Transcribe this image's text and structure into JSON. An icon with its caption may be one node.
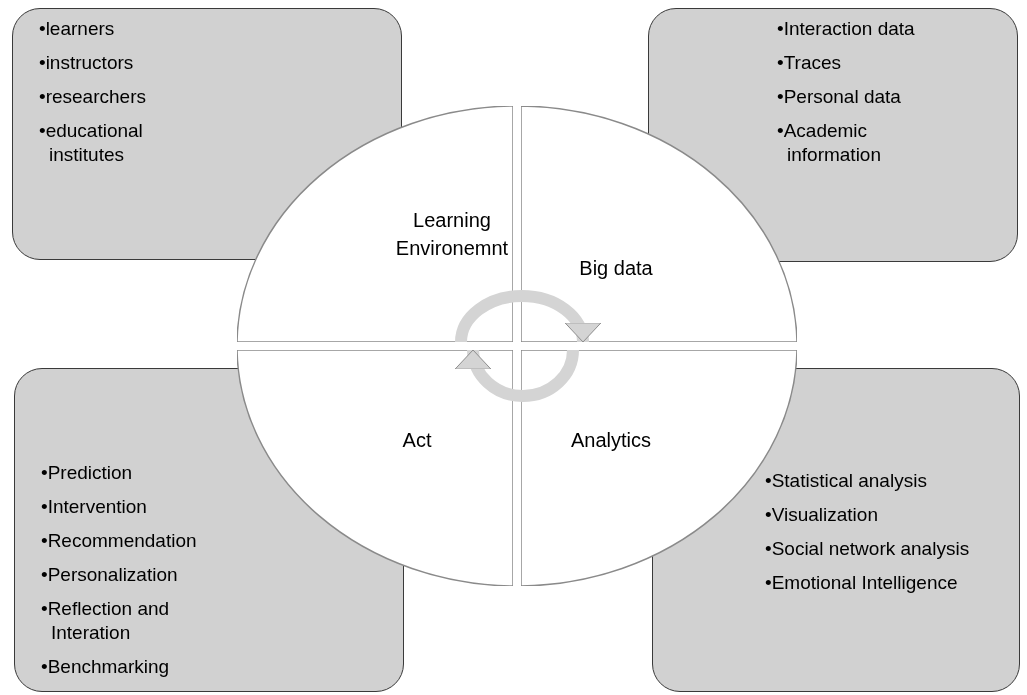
{
  "diagram": {
    "nodes": [
      {
        "text": [
          "•learners",
          "•instructors",
          "•researchers",
          "•educational institutes"
        ]
      },
      {
        "text": [
          "•Interaction data",
          "•Traces",
          "•Personal data",
          "•Academic information"
        ]
      },
      {
        "text": [
          "•Prediction",
          "•Intervention",
          "•Recommendation",
          "•Personalization",
          "•Reflection and Interation",
          "•Benchmarking"
        ]
      },
      {
        "text": [
          "•Statistical analysis",
          "•Visualization",
          "•Social network analysis",
          "•Emotional Intelligence"
        ]
      },
      {
        "text": [
          "Learning Environemnt"
        ]
      },
      {
        "text": [
          "Big data"
        ]
      },
      {
        "text": [
          "Act"
        ]
      },
      {
        "text": [
          "Analytics"
        ]
      }
    ],
    "edges": [
      {
        "from": 4,
        "to": 5,
        "arrow": "to"
      },
      {
        "from": 7,
        "to": 6,
        "arrow": "to"
      }
    ]
  }
}
